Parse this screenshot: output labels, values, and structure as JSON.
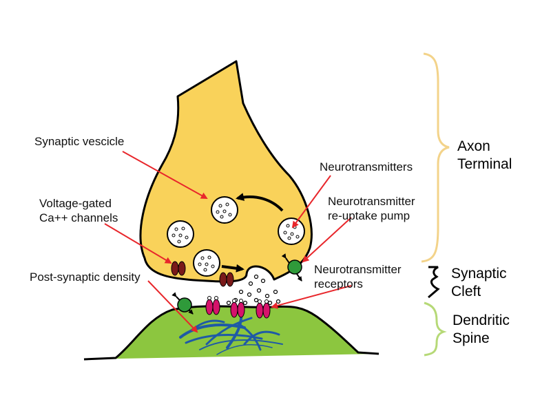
{
  "labels": {
    "synaptic_vesicle": "Synaptic vescicle",
    "voltage_gated": "Voltage-gated\nCa++ channels",
    "post_synaptic_density": "Post-synaptic density",
    "neurotransmitters": "Neurotransmitters",
    "reuptake_pump": "Neurotransmitter\nre-uptake pump",
    "nt_receptors": "Neurotransmitter\nreceptors"
  },
  "regions": {
    "axon_terminal": "Axon\nTerminal",
    "synaptic_cleft": "Synaptic\nCleft",
    "dendritic_spine": "Dendritic\nSpine"
  },
  "colors": {
    "axon_fill": "#f9d25a",
    "spine_fill": "#8cc63f",
    "arrow_red": "#e8262b",
    "ca_channel": "#7a1a1a",
    "receptor": "#d6136b",
    "pump": "#2f9a3a",
    "density_blue": "#1f5aa6",
    "axon_brace": "#f3d38a",
    "spine_brace": "#b6d977"
  }
}
